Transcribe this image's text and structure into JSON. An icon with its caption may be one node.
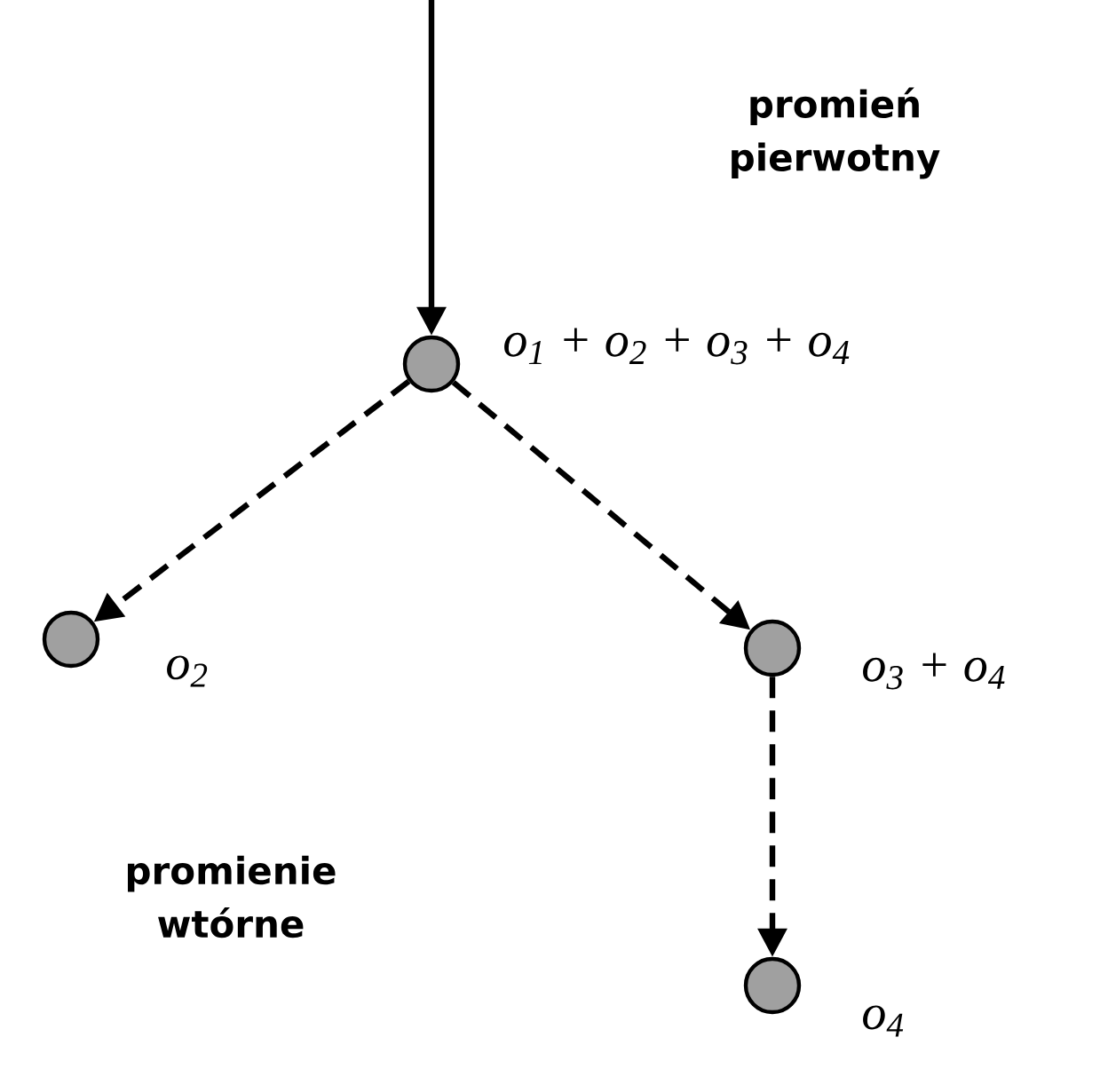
{
  "diagram": {
    "nodes": [
      {
        "text": [],
        "shape": "circle",
        "beside": [
          "o$_{1}$ + o$_{2}$ + o$_{3}$ + o$_{4}$"
        ]
      },
      {
        "text": [],
        "shape": "circle",
        "beside": [
          "o$_{2}$"
        ]
      },
      {
        "text": [],
        "shape": "circle",
        "beside": [
          "o$_{3}$ + o$_{4}$"
        ]
      },
      {
        "text": [],
        "shape": "circle",
        "beside": [
          "o$_{4}$"
        ]
      }
    ],
    "edges": [
      {
        "from": null,
        "to": 0,
        "arrow": "to"
      },
      {
        "from": 0,
        "to": 1,
        "arrow": "to",
        "style": "dashed"
      },
      {
        "from": 0,
        "to": 2,
        "arrow": "to",
        "style": "dashed"
      },
      {
        "from": 2,
        "to": 3,
        "arrow": "to",
        "style": "dashed"
      }
    ],
    "labels": [
      "promień pierwotny",
      "promienie wtórne"
    ]
  }
}
